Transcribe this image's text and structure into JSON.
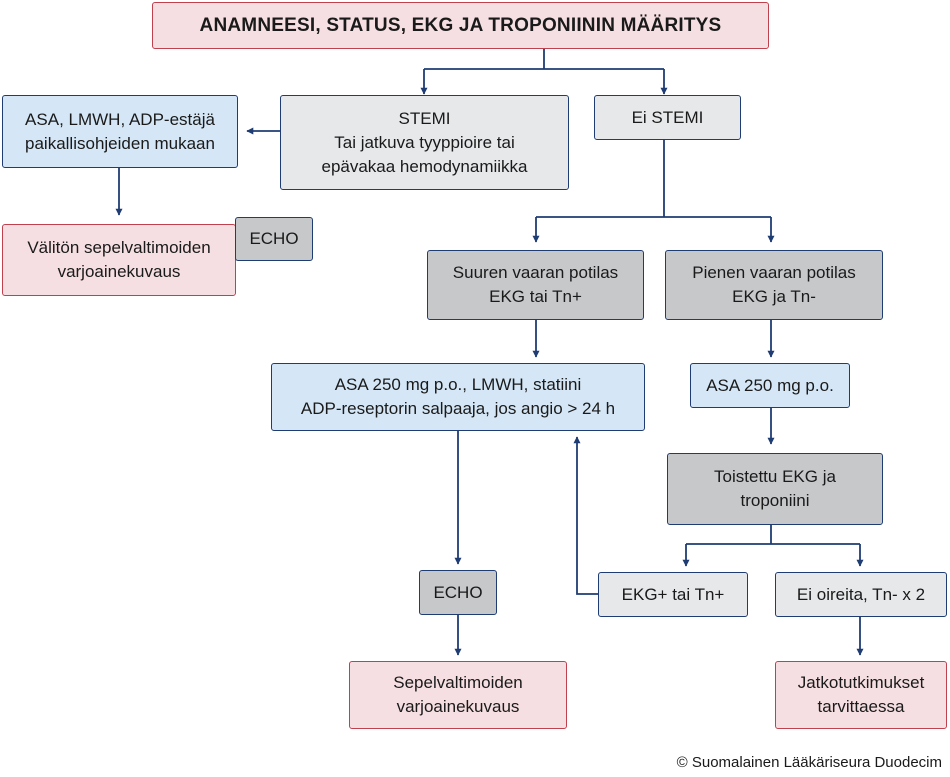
{
  "colors": {
    "line": "#1f3d73",
    "red_border": "#c0414e",
    "red_fill": "#f6dfe2",
    "blue_fill": "#d5e7f6",
    "light_gray_fill": "#e7e8ea",
    "dark_gray_fill": "#c7c8ca"
  },
  "nodes": {
    "top": {
      "lines": [
        "ANAMNEESI, STATUS, EKG JA TROPONIININ MÄÄRITYS"
      ]
    },
    "stemi": {
      "lines": [
        "STEMI",
        "Tai jatkuva tyyppioire tai",
        "epävakaa hemodynamiikka"
      ]
    },
    "ei_stemi": {
      "lines": [
        "Ei STEMI"
      ]
    },
    "asa_lmwh": {
      "lines": [
        "ASA, LMWH, ADP-estäjä",
        "paikallisohjeiden mukaan"
      ]
    },
    "valiton": {
      "lines": [
        "Välitön sepelvaltimoiden",
        "varjoainekuvaus"
      ]
    },
    "echo_top": {
      "lines": [
        "ECHO"
      ]
    },
    "suuren": {
      "lines": [
        "Suuren vaaran potilas",
        "EKG tai Tn+"
      ]
    },
    "pienen": {
      "lines": [
        "Pienen vaaran potilas",
        "EKG ja Tn-"
      ]
    },
    "asa250_stat": {
      "lines": [
        "ASA 250 mg p.o., LMWH, statiini",
        "ADP-reseptorin salpaaja, jos angio > 24 h"
      ]
    },
    "asa250": {
      "lines": [
        "ASA 250 mg p.o."
      ]
    },
    "toistettu": {
      "lines": [
        "Toistettu EKG ja",
        "troponiini"
      ]
    },
    "echo_bottom": {
      "lines": [
        "ECHO"
      ]
    },
    "ekg_plus": {
      "lines": [
        "EKG+ tai Tn+"
      ]
    },
    "ei_oireita": {
      "lines": [
        "Ei oireita, Tn- x 2"
      ]
    },
    "sepel": {
      "lines": [
        "Sepelvaltimoiden",
        "varjoainekuvaus"
      ]
    },
    "jatko": {
      "lines": [
        "Jatkotutkimukset",
        "tarvittaessa"
      ]
    }
  },
  "copyright": "© Suomalainen Lääkäriseura Duodecim"
}
